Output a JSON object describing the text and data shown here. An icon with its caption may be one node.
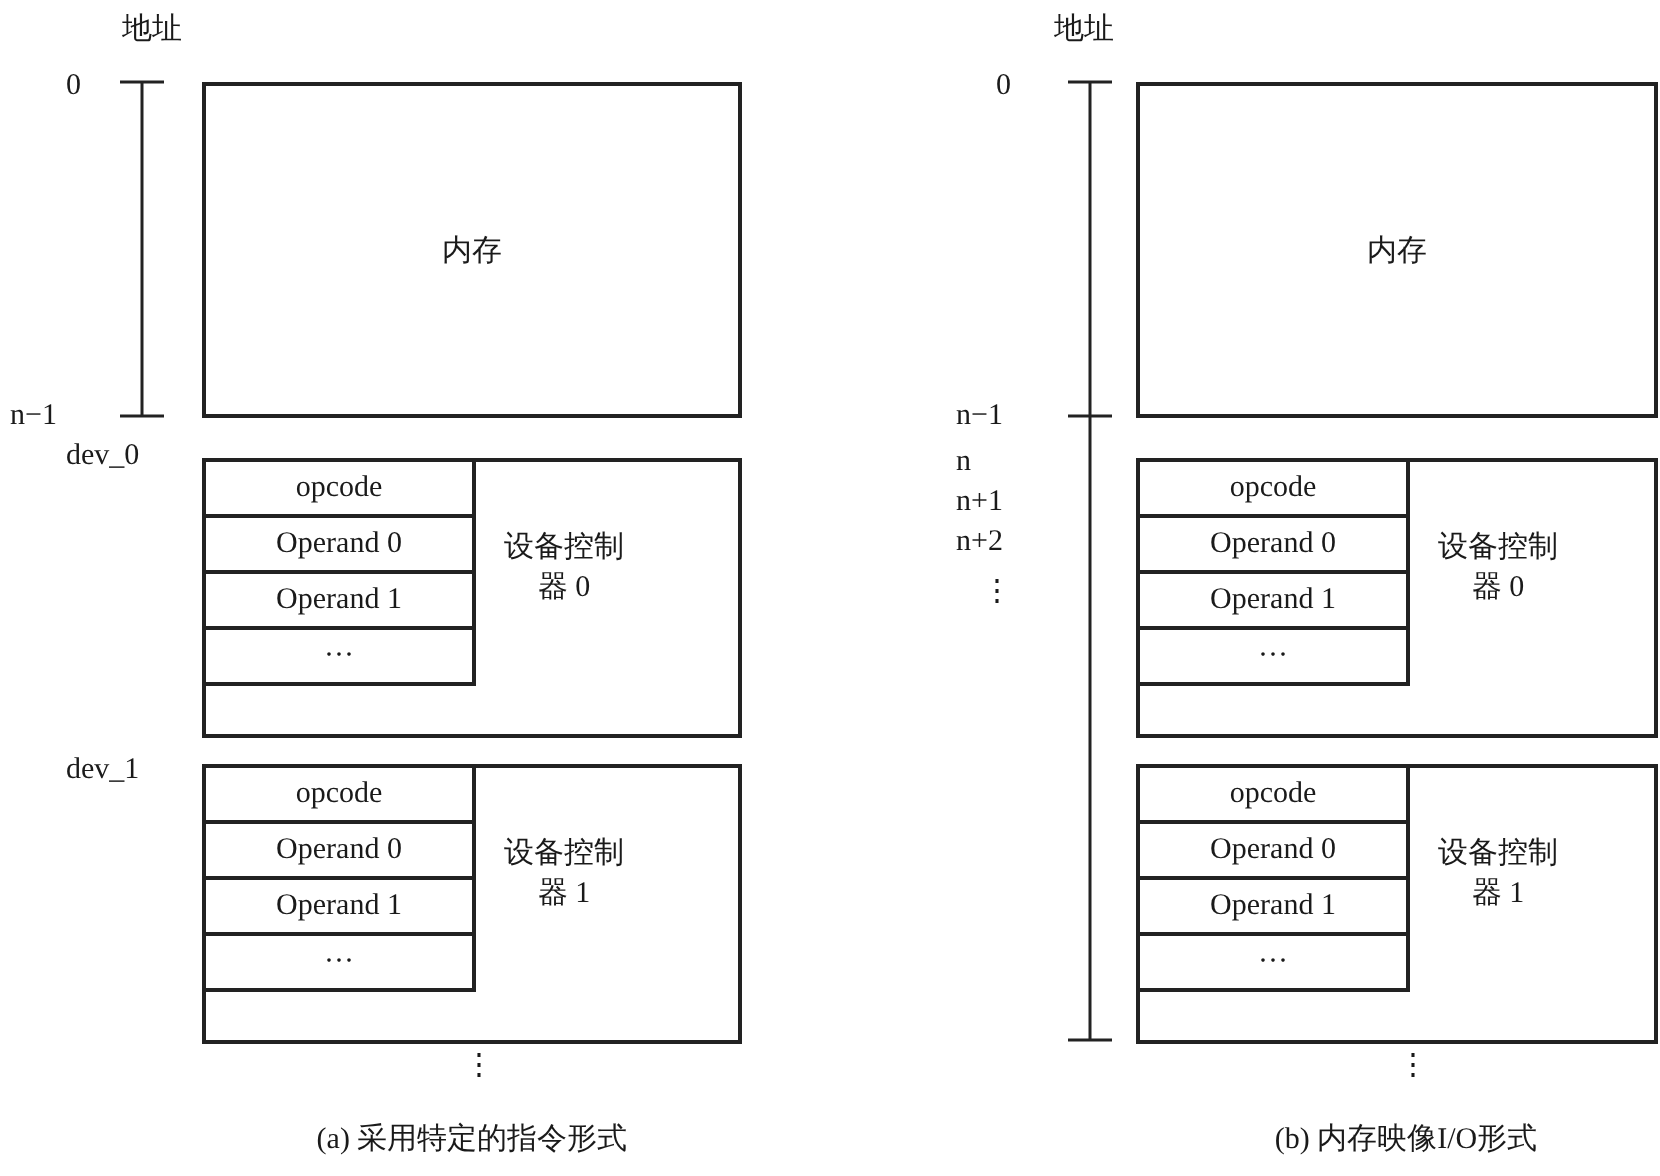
{
  "diagram": {
    "nodes": [
      {
        "text": [
          "内存"
        ]
      },
      {
        "text": [
          "设备控制器 0"
        ]
      },
      {
        "text": [
          "opcode"
        ],
        "in": 1
      },
      {
        "text": [
          "Operand 0"
        ],
        "in": 1
      },
      {
        "text": [
          "Operand 1"
        ],
        "in": 1
      },
      {
        "text": [
          "···"
        ],
        "in": 1
      },
      {
        "text": [
          "设备控制器 1"
        ]
      },
      {
        "text": [
          "opcode"
        ],
        "in": 6
      },
      {
        "text": [
          "Operand 0"
        ],
        "in": 6
      },
      {
        "text": [
          "Operand 1"
        ],
        "in": 6
      },
      {
        "text": [
          "···"
        ],
        "in": 6
      },
      {
        "text": [
          "内存"
        ]
      },
      {
        "text": [
          "设备控制器 0"
        ]
      },
      {
        "text": [
          "opcode"
        ],
        "in": 12
      },
      {
        "text": [
          "Operand 0"
        ],
        "in": 12
      },
      {
        "text": [
          "Operand 1"
        ],
        "in": 12
      },
      {
        "text": [
          "···"
        ],
        "in": 12
      },
      {
        "text": [
          "设备控制器 1"
        ]
      },
      {
        "text": [
          "opcode"
        ],
        "in": 17
      },
      {
        "text": [
          "Operand 0"
        ],
        "in": 17
      },
      {
        "text": [
          "Operand 1"
        ],
        "in": 17
      },
      {
        "text": [
          "···"
        ],
        "in": 17
      }
    ],
    "edges": [],
    "labels": [
      "地址",
      "0",
      "n−1",
      "dev_0",
      "dev_1",
      "⋮",
      "(a) 采用特定的指令形式",
      "地址",
      "0",
      "n−1",
      "n",
      "n+1",
      "n+2",
      "⋮",
      "⋮",
      "(b) 内存映像I/O形式"
    ]
  }
}
